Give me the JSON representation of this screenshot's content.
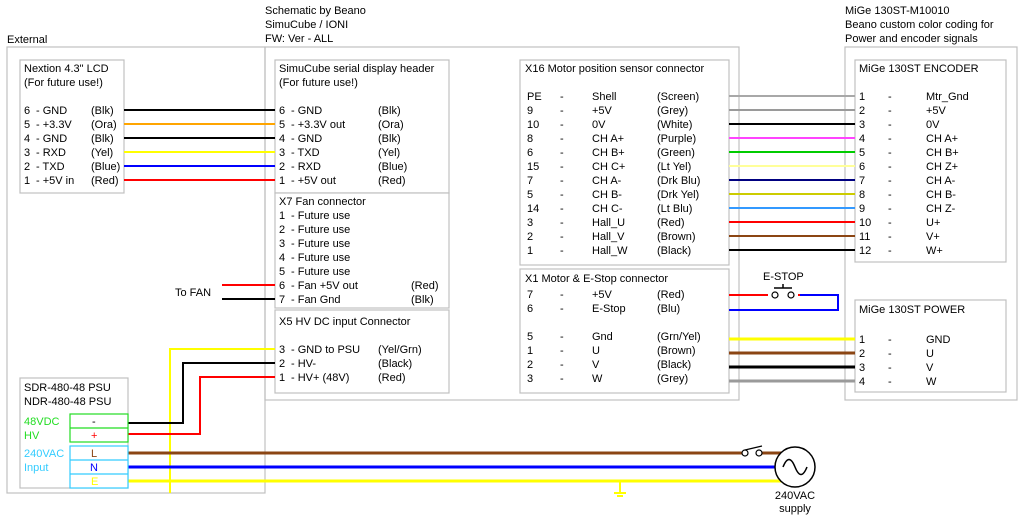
{
  "colors": {
    "blk": "#000000",
    "ora": "#ffa500",
    "yel": "#ffff00",
    "blue": "#0000ff",
    "red": "#ff0000",
    "screen": "#a8a8a8",
    "grey": "#9a9a9a",
    "white": "#e6e6e6",
    "purple": "#ff44ff",
    "green": "#00cc00",
    "ltyel": "#ffff99",
    "drkblu": "#000080",
    "drkyel": "#cccc00",
    "ltblu": "#3399ff",
    "brown": "#8b4513",
    "grnyel": "#ffff00",
    "bright_green": "#22dd22",
    "cyan": "#33ccff"
  },
  "headers": {
    "external": "External",
    "schematic": [
      "Schematic by Beano",
      "SimuCube / IONI",
      "FW: Ver - ALL"
    ],
    "mige": [
      "MiGe 130ST-M10010",
      "Beano custom color coding for",
      "Power and encoder signals"
    ]
  },
  "lcd": {
    "title": [
      "Nextion 4.3\" LCD",
      "(For future use!)"
    ],
    "rows": [
      {
        "pin": "6",
        "name": "- GND",
        "color": "(Blk)"
      },
      {
        "pin": "5",
        "name": "- +3.3V",
        "color": "(Ora)"
      },
      {
        "pin": "4",
        "name": "- GND",
        "color": "(Blk)"
      },
      {
        "pin": "3",
        "name": "- RXD",
        "color": "(Yel)"
      },
      {
        "pin": "2",
        "name": "- TXD",
        "color": "(Blue)"
      },
      {
        "pin": "1",
        "name": "- +5V in",
        "color": "(Red)"
      }
    ]
  },
  "serial": {
    "title": [
      "SimuCube serial display header",
      "(For future use!)"
    ],
    "rows": [
      {
        "pin": "6",
        "name": "- GND",
        "color": "(Blk)"
      },
      {
        "pin": "5",
        "name": "- +3.3V out",
        "color": "(Ora)"
      },
      {
        "pin": "4",
        "name": "- GND",
        "color": "(Blk)"
      },
      {
        "pin": "3",
        "name": "- TXD",
        "color": "(Yel)"
      },
      {
        "pin": "2",
        "name": "- RXD",
        "color": "(Blue)"
      },
      {
        "pin": "1",
        "name": "- +5V out",
        "color": "(Red)"
      }
    ]
  },
  "x7": {
    "title": "X7 Fan connector",
    "rows": [
      {
        "pin": "1",
        "name": "- Future use",
        "color": ""
      },
      {
        "pin": "2",
        "name": "- Future use",
        "color": ""
      },
      {
        "pin": "3",
        "name": "- Future use",
        "color": ""
      },
      {
        "pin": "4",
        "name": "- Future use",
        "color": ""
      },
      {
        "pin": "5",
        "name": "- Future use",
        "color": ""
      },
      {
        "pin": "6",
        "name": "- Fan +5V out",
        "color": "(Red)"
      },
      {
        "pin": "7",
        "name": "- Fan Gnd",
        "color": "(Blk)"
      }
    ],
    "to_fan": "To FAN"
  },
  "x5": {
    "title": "X5 HV DC input Connector",
    "rows": [
      {
        "pin": "3",
        "name": "- GND to PSU",
        "color": "(Yel/Grn)"
      },
      {
        "pin": "2",
        "name": "- HV-",
        "color": "(Black)"
      },
      {
        "pin": "1",
        "name": "- HV+ (48V)",
        "color": "(Red)"
      }
    ]
  },
  "x16": {
    "title": "X16 Motor position sensor connector",
    "rows": [
      {
        "pin": "PE",
        "dash": "-",
        "name": "Shell",
        "color": "(Screen)"
      },
      {
        "pin": "9",
        "dash": "-",
        "name": "+5V",
        "color": "(Grey)"
      },
      {
        "pin": "10",
        "dash": "-",
        "name": "0V",
        "color": "(White)"
      },
      {
        "pin": "8",
        "dash": "-",
        "name": "CH A+",
        "color": "(Purple)"
      },
      {
        "pin": "6",
        "dash": "-",
        "name": "CH B+",
        "color": "(Green)"
      },
      {
        "pin": "15",
        "dash": "-",
        "name": "CH C+",
        "color": "(Lt Yel)"
      },
      {
        "pin": "7",
        "dash": "-",
        "name": "CH A-",
        "color": "(Drk Blu)"
      },
      {
        "pin": "5",
        "dash": "-",
        "name": "CH B-",
        "color": "(Drk Yel)"
      },
      {
        "pin": "14",
        "dash": "-",
        "name": "CH C-",
        "color": "(Lt Blu)"
      },
      {
        "pin": "3",
        "dash": "-",
        "name": "Hall_U",
        "color": "(Red)"
      },
      {
        "pin": "2",
        "dash": "-",
        "name": "Hall_V",
        "color": "(Brown)"
      },
      {
        "pin": "1",
        "dash": "-",
        "name": "Hall_W",
        "color": "(Black)"
      }
    ]
  },
  "x1": {
    "title": "X1 Motor & E-Stop connector",
    "rows": [
      {
        "pin": "7",
        "dash": "-",
        "name": "+5V",
        "color": "(Red)"
      },
      {
        "pin": "6",
        "dash": "-",
        "name": "E-Stop",
        "color": "(Blu)"
      },
      {
        "pin": "5",
        "dash": "-",
        "name": "Gnd",
        "color": "(Grn/Yel)"
      },
      {
        "pin": "1",
        "dash": "-",
        "name": "U",
        "color": "(Brown)"
      },
      {
        "pin": "2",
        "dash": "-",
        "name": "V",
        "color": "(Black)"
      },
      {
        "pin": "3",
        "dash": "-",
        "name": "W",
        "color": "(Grey)"
      }
    ],
    "estop": "E-STOP"
  },
  "encoder": {
    "title": "MiGe 130ST ENCODER",
    "rows": [
      {
        "pin": "1",
        "dash": "-",
        "name": "Mtr_Gnd"
      },
      {
        "pin": "2",
        "dash": "-",
        "name": "+5V"
      },
      {
        "pin": "3",
        "dash": "-",
        "name": "0V"
      },
      {
        "pin": "4",
        "dash": "-",
        "name": "CH A+"
      },
      {
        "pin": "5",
        "dash": "-",
        "name": "CH B+"
      },
      {
        "pin": "6",
        "dash": "-",
        "name": "CH Z+"
      },
      {
        "pin": "7",
        "dash": "-",
        "name": "CH A-"
      },
      {
        "pin": "8",
        "dash": "-",
        "name": "CH B-"
      },
      {
        "pin": "9",
        "dash": "-",
        "name": "CH Z-"
      },
      {
        "pin": "10",
        "dash": "-",
        "name": "U+"
      },
      {
        "pin": "11",
        "dash": "-",
        "name": "V+"
      },
      {
        "pin": "12",
        "dash": "-",
        "name": "W+"
      }
    ]
  },
  "power": {
    "title": "MiGe 130ST POWER",
    "rows": [
      {
        "pin": "1",
        "dash": "-",
        "name": "GND"
      },
      {
        "pin": "2",
        "dash": "-",
        "name": "U"
      },
      {
        "pin": "3",
        "dash": "-",
        "name": "V"
      },
      {
        "pin": "4",
        "dash": "-",
        "name": "W"
      }
    ]
  },
  "psu": {
    "title": [
      "SDR-480-48 PSU",
      "NDR-480-48 PSU"
    ],
    "dc_label": [
      "48VDC",
      "HV"
    ],
    "dc_terms": [
      "-",
      "+"
    ],
    "ac_label": [
      "240VAC",
      "Input"
    ],
    "ac_terms": [
      "L",
      "N",
      "E"
    ]
  },
  "supply": [
    "240VAC",
    "supply"
  ]
}
